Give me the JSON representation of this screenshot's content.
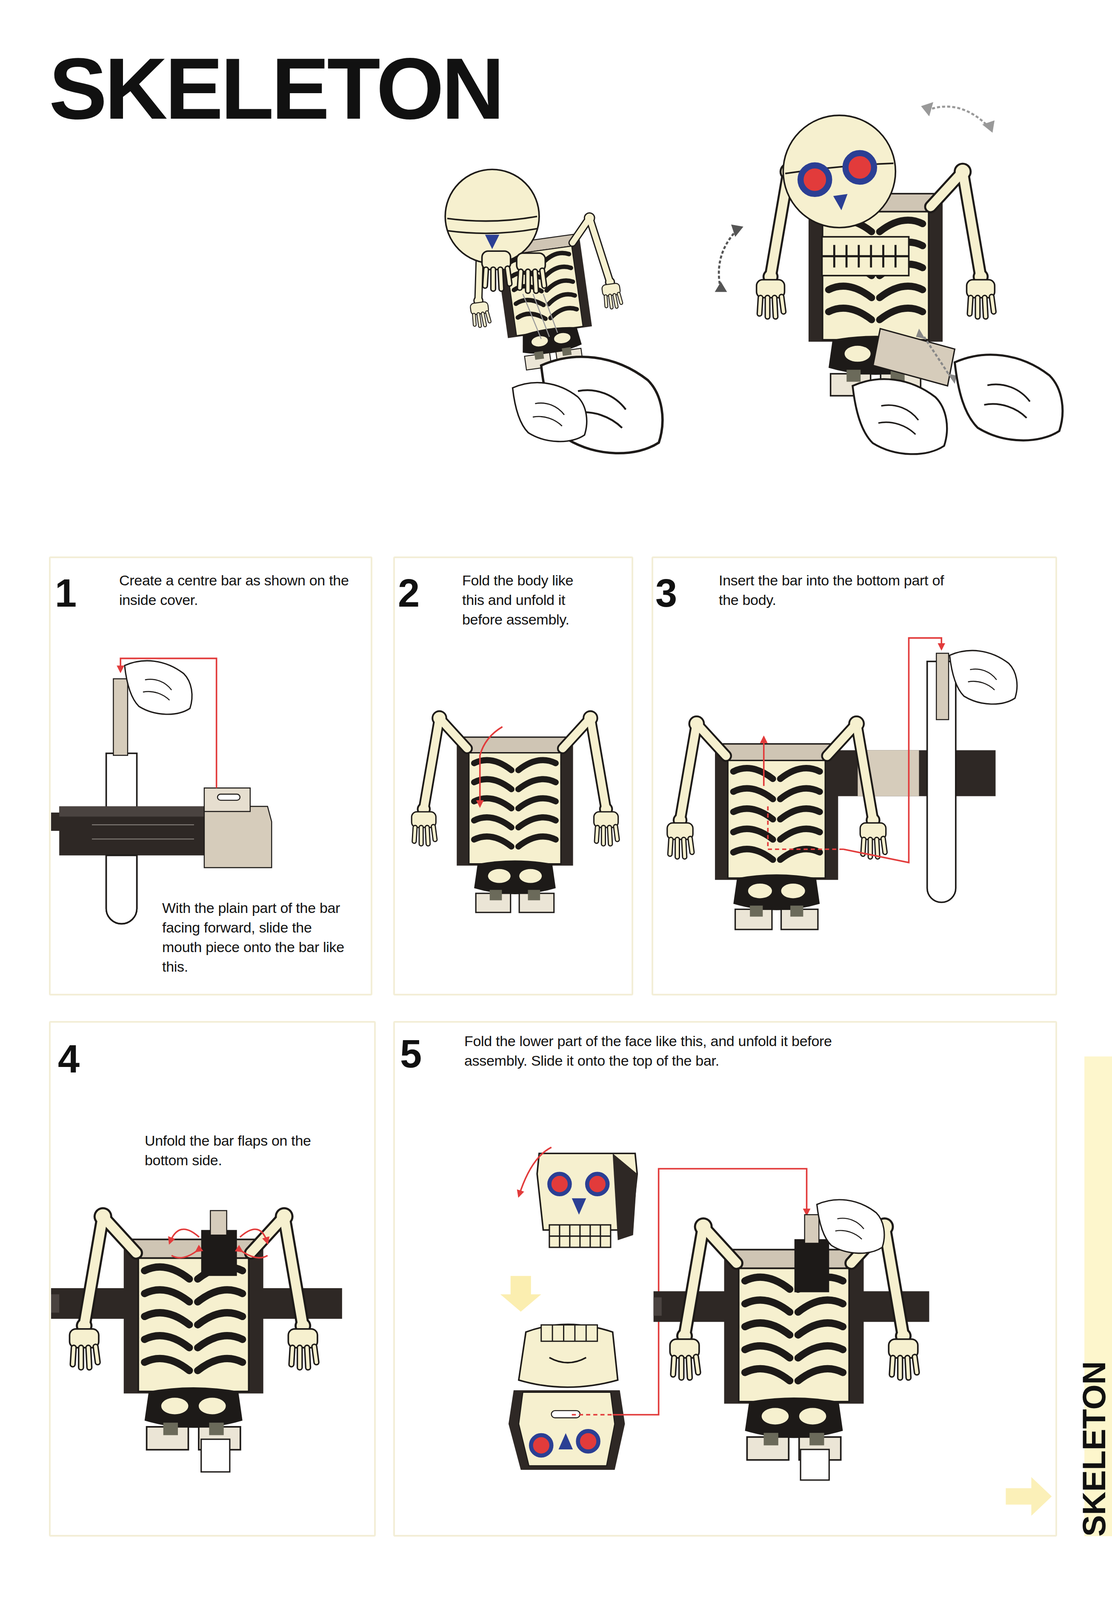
{
  "diagram": {
    "title": "SKELETON",
    "nodes": [
      {
        "text": [
          "1",
          "Create a centre bar as shown on the inside cover.",
          "With the plain part of the bar facing forward, slide the mouth piece onto the bar like this."
        ]
      },
      {
        "text": [
          "2",
          "Fold the body like this and unfold it before assembly."
        ]
      },
      {
        "text": [
          "3",
          "Insert the bar into the bottom part of the body."
        ]
      },
      {
        "text": [
          "4",
          "Unfold the bar flaps on the bottom side."
        ]
      },
      {
        "text": [
          "5",
          "Fold the lower part of the face like this, and unfold it before assembly. Slide it onto the top of the bar."
        ]
      }
    ],
    "labels": [
      "SKELETON"
    ]
  }
}
